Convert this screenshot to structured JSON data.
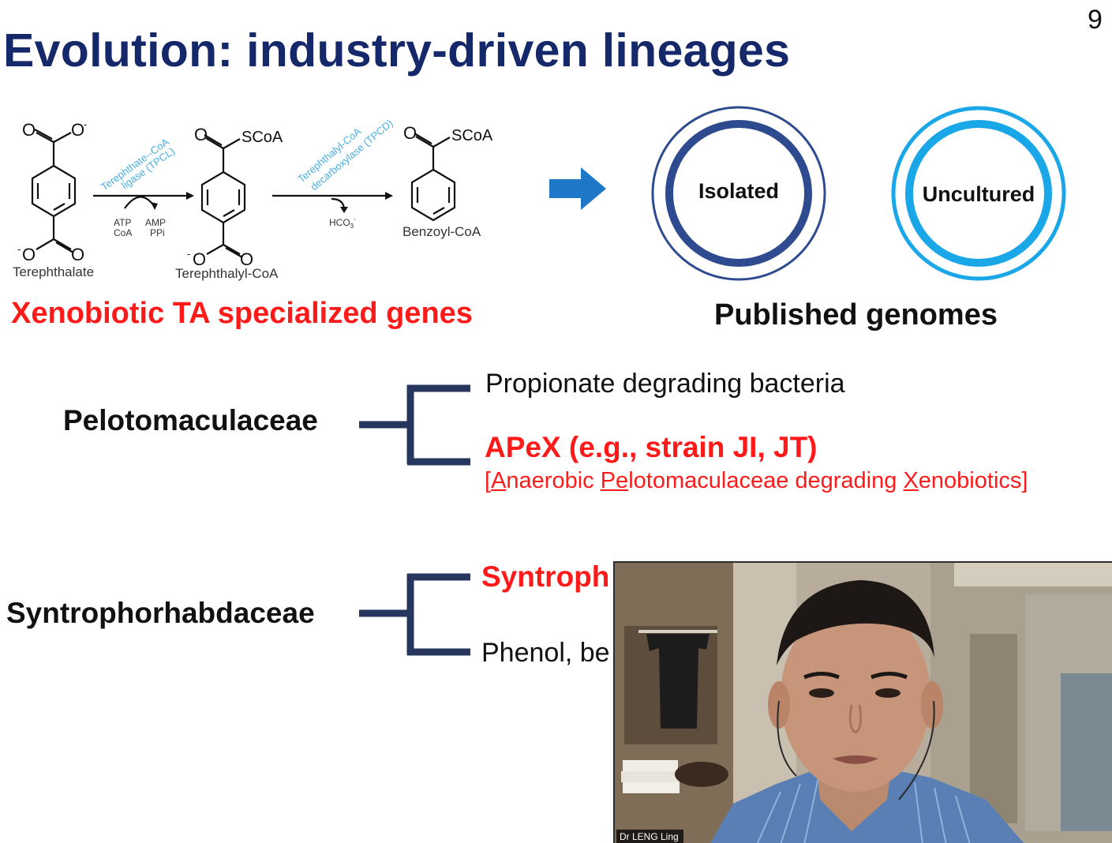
{
  "slide": {
    "number": "9",
    "title": "Evolution: industry-driven lineages"
  },
  "pathway": {
    "compounds": [
      "Terephthalate",
      "Terephthalyl-CoA",
      "Benzoyl-CoA"
    ],
    "enzyme1_line1": "Terephthate--CoA",
    "enzyme1_line2": "ligase (TPCL)",
    "enzyme2_line1": "Terephthalyl-CoA",
    "enzyme2_line2": "decarboxylase (TPCD)",
    "cofactors_in1": "ATP",
    "cofactors_in2": "CoA",
    "cofactors_out1": "AMP",
    "cofactors_out2": "PPi",
    "bicarbonate": "HCO",
    "bicarbonate_sub": "3",
    "bicarbonate_sup": "-",
    "scoa": "SCoA",
    "oxygen": "O",
    "minus": "-",
    "caption": "Xenobiotic TA specialized genes"
  },
  "genomes": {
    "isolated_label": "Isolated",
    "uncultured_label": "Uncultured",
    "caption": "Published genomes",
    "colors": {
      "isolated": "#2e4b8f",
      "uncultured": "#1aa7e8"
    }
  },
  "tree": {
    "family1": "Pelotomaculaceae",
    "family1_branch1": "Propionate degrading bacteria",
    "family1_branch2": "APeX (e.g., strain JI, JT)",
    "apex_expansion": {
      "open": "[",
      "a": "A",
      "naerobic": "naerobic ",
      "pe": "Pe",
      "lotomaculaceae": "lotomaculaceae degrading ",
      "x": "X",
      "enobiotics": "enobiotics]"
    },
    "family2": "Syntrophorhabdaceae",
    "family2_branch1": "Syntroph",
    "family2_branch2": "Phenol, be",
    "bracket_color": "#26365f"
  },
  "video": {
    "participant_name": "Dr LENG Ling"
  },
  "colors": {
    "title": "#14286a",
    "accent_red": "#ff1a1a",
    "enzyme_label": "#4aaee0",
    "arrow": "#1f77c8"
  }
}
